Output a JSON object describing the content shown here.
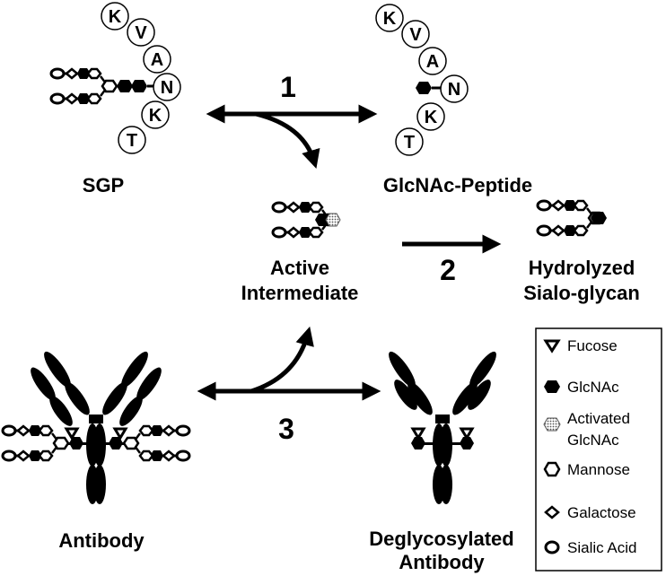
{
  "sgp": {
    "label": "SGP",
    "peptide": [
      "K",
      "V",
      "A",
      "N",
      "K",
      "T"
    ]
  },
  "glcnac_peptide": {
    "label": "GlcNAc-Peptide",
    "peptide": [
      "K",
      "V",
      "A",
      "N",
      "K",
      "T"
    ]
  },
  "intermediate": {
    "label_line1": "Active",
    "label_line2": "Intermediate"
  },
  "hydrolyzed": {
    "label_line1": "Hydrolyzed",
    "label_line2": "Sialo-glycan"
  },
  "antibody": {
    "label": "Antibody"
  },
  "deglycosylated": {
    "label_line1": "Deglycosylated",
    "label_line2": "Antibody"
  },
  "steps": {
    "step1": "1",
    "step2": "2",
    "step3": "3"
  },
  "legend": {
    "fucose": "Fucose",
    "glcnac": "GlcNAc",
    "activated_line1": "Activated",
    "activated_line2": "GlcNAc",
    "mannose": "Mannose",
    "galactose": "Galactose",
    "sialic": "Sialic Acid"
  }
}
